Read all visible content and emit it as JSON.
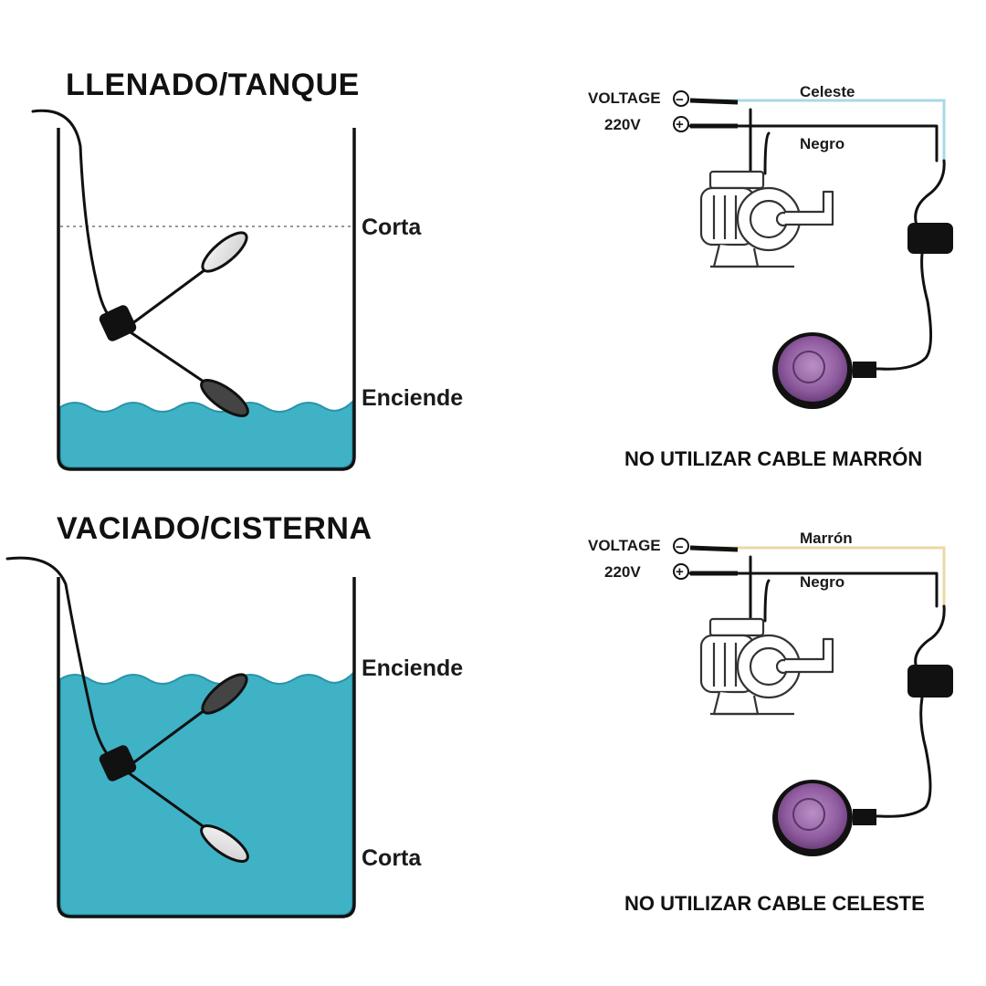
{
  "top_left": {
    "title": "LLENADO/TANQUE",
    "level_high": "Corta",
    "level_low": "Enciende"
  },
  "bottom_left": {
    "title": "VACIADO/CISTERNA",
    "level_high": "Enciende",
    "level_low": "Corta"
  },
  "top_right": {
    "voltage_label": "VOLTAGE",
    "voltage_value": "220V",
    "minus_symbol": "−",
    "plus_symbol": "+",
    "wire_top_label": "Celeste",
    "wire_bottom_label": "Negro",
    "note": "NO UTILIZAR CABLE MARRÓN"
  },
  "bottom_right": {
    "voltage_label": "VOLTAGE",
    "voltage_value": "220V",
    "minus_symbol": "−",
    "plus_symbol": "+",
    "wire_top_label": "Marrón",
    "wire_bottom_label": "Negro",
    "note": "NO UTILIZAR CABLE CELESTE"
  },
  "colors": {
    "water": "#3fb2c6",
    "water_edge": "#2a93a8",
    "float_body": "#9b6aa8",
    "celeste_wire": "#a9d8e6",
    "marron_wire": "#e8d9a6"
  }
}
